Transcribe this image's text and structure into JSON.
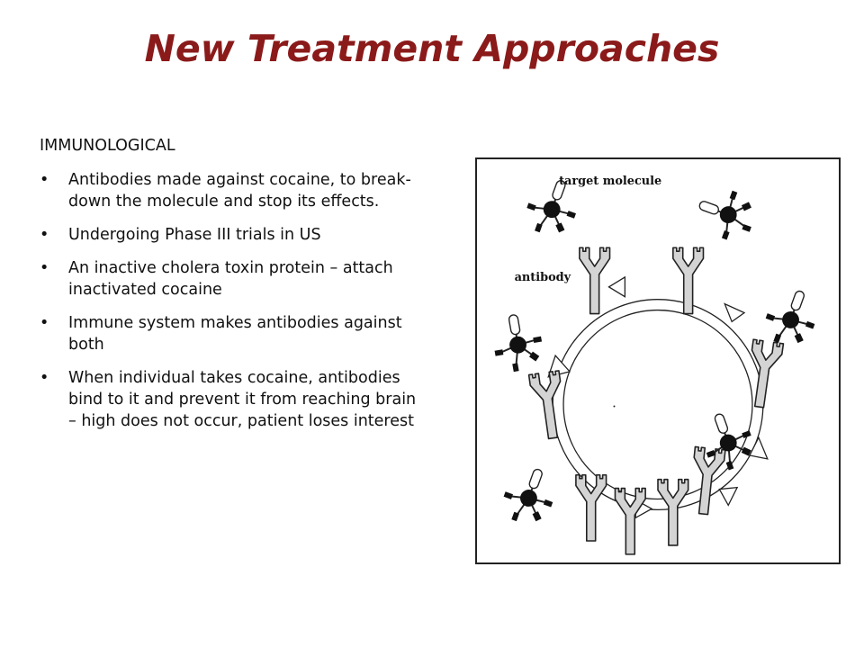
{
  "slide": {
    "title": "New Treatment Approaches"
  },
  "content": {
    "heading": "IMMUNOLOGICAL",
    "bullets": [
      "Antibodies made against cocaine, to break-down the molecule and stop its effects.",
      "Undergoing Phase III trials in US",
      "An inactive cholera toxin protein – attach inactivated cocaine",
      "Immune system makes antibodies against both",
      "When individual takes cocaine, antibodies bind to it and prevent it from reaching brain – high does not occur, patient loses interest"
    ]
  },
  "figure": {
    "label_target": "target molecule",
    "label_antibody": "antibody"
  }
}
